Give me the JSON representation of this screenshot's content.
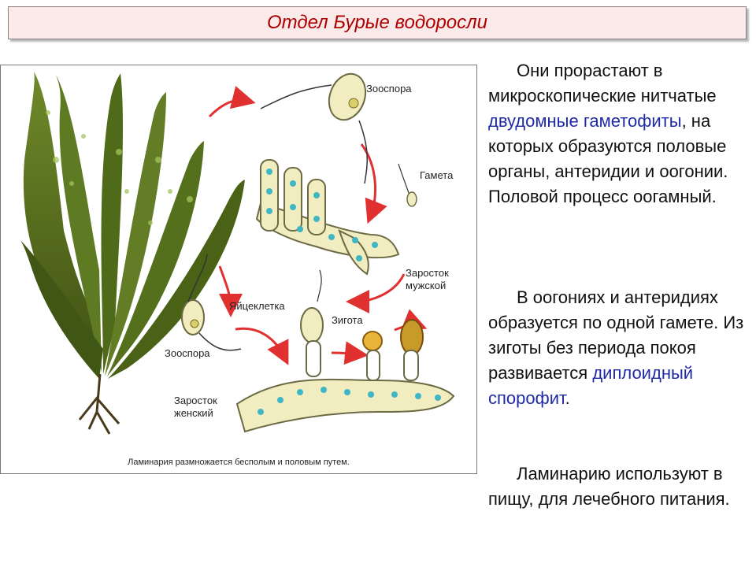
{
  "title": "Отдел Бурые водоросли",
  "figure": {
    "labels": {
      "zoospore_top": "Зооспора",
      "gamete": "Гамета",
      "male_line1": "Заросток",
      "male_line2": "мужской",
      "egg": "Яйцеклетка",
      "zygote": "Зигота",
      "zoospore_left": "Зооспора",
      "female_line1": "Заросток",
      "female_line2": "женский"
    },
    "caption": "Ламинария размножается бесполым и половым путем."
  },
  "text": {
    "p1": {
      "a": "Они прорастают в микроскопические нитчатые ",
      "b": "двудомные гаметофиты",
      "c": ", на которых образуются половые органы, антеридии и оогонии. Половой процесс оогамный."
    },
    "p2": {
      "a": "В оогониях  и антеридиях образуется по одной гамете. Из зиготы без периода покоя развивается ",
      "b": "диплоидный спорофит",
      "c": "."
    },
    "p3": {
      "a": "Ламинарию используют в пищу, для лечебного питания."
    }
  },
  "colors": {
    "title": "#b00000",
    "highlight": "#1f2aa8",
    "arrow": "#e03030",
    "algae": "#5a6e1e"
  }
}
